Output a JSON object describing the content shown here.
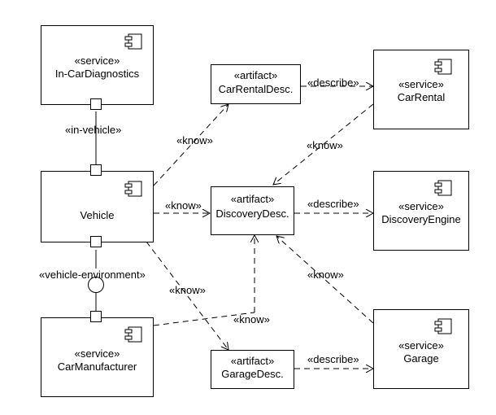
{
  "components": {
    "in_car_diagnostics": {
      "stereotype": "«service»",
      "name": "In-CarDiagnostics"
    },
    "vehicle": {
      "name": "Vehicle"
    },
    "car_manufacturer": {
      "stereotype": "«service»",
      "name": "CarManufacturer"
    },
    "car_rental": {
      "stereotype": "«service»",
      "name": "CarRental"
    },
    "discovery_engine": {
      "stereotype": "«service»",
      "name": "DiscoveryEngine"
    },
    "garage": {
      "stereotype": "«service»",
      "name": "Garage"
    }
  },
  "artifacts": {
    "car_rental_desc": {
      "stereotype": "«artifact»",
      "name": "CarRentalDesc."
    },
    "discovery_desc": {
      "stereotype": "«artifact»",
      "name": "DiscoveryDesc."
    },
    "garage_desc": {
      "stereotype": "«artifact»",
      "name": "GarageDesc."
    }
  },
  "edge_labels": {
    "in_vehicle": "«in-vehicle»",
    "vehicle_environment": "«vehicle-environment»",
    "know_vehicle_carrental": "«know»",
    "know_vehicle_discovery": "«know»",
    "know_vehicle_garage": "«know»",
    "know_carrental_discovery": "«know»",
    "know_garage_discovery": "«know»",
    "know_manufacturer_discovery": "«know»",
    "describe_carrental": "«describe»",
    "describe_discovery": "«describe»",
    "describe_garage": "«describe»"
  }
}
